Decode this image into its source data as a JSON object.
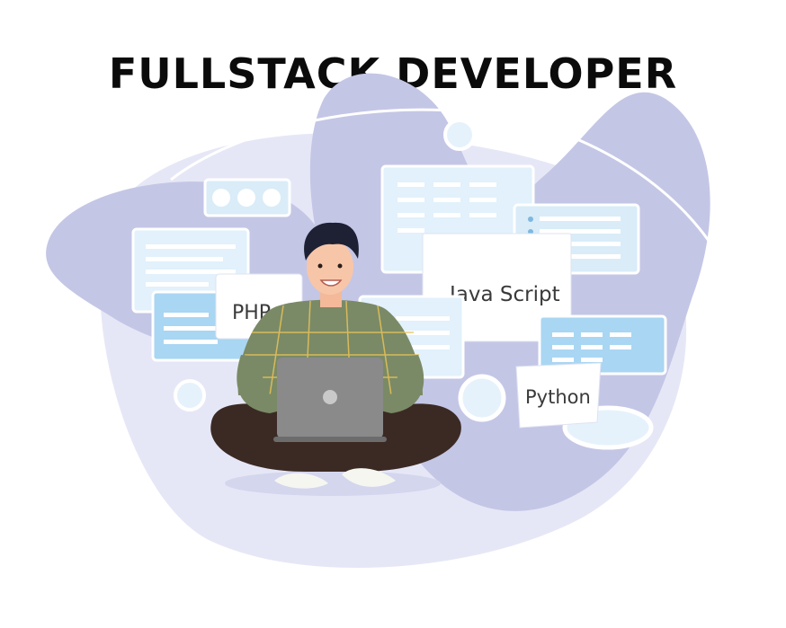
{
  "title": "FULLSTACK DEVELOPER",
  "labels": {
    "php": "PHP",
    "javascript": "Java Script",
    "python": "Python"
  },
  "colors": {
    "blob": "#c4c6e6",
    "blob_light": "#e6e7f6",
    "card": "#e2f1fb",
    "card_blue": "#a9d6f2",
    "shirt": "#7a8a66",
    "pants": "#3b2a24",
    "laptop": "#8a8a8a"
  }
}
